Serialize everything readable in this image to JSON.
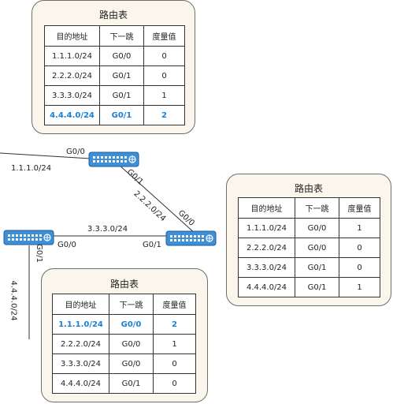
{
  "routing_tables": [
    {
      "title": "路由表",
      "headers": [
        "目的地址",
        "下一跳",
        "度量值"
      ],
      "rows": [
        {
          "dest": "1.1.1.0/24",
          "next": "G0/0",
          "metric": "0",
          "highlight": false
        },
        {
          "dest": "2.2.2.0/24",
          "next": "G0/1",
          "metric": "0",
          "highlight": false
        },
        {
          "dest": "3.3.3.0/24",
          "next": "G0/1",
          "metric": "1",
          "highlight": false
        },
        {
          "dest": "4.4.4.0/24",
          "next": "G0/1",
          "metric": "2",
          "highlight": true
        }
      ]
    },
    {
      "title": "路由表",
      "headers": [
        "目的地址",
        "下一跳",
        "度量值"
      ],
      "rows": [
        {
          "dest": "1.1.1.0/24",
          "next": "G0/0",
          "metric": "1",
          "highlight": false
        },
        {
          "dest": "2.2.2.0/24",
          "next": "G0/0",
          "metric": "0",
          "highlight": false
        },
        {
          "dest": "3.3.3.0/24",
          "next": "G0/1",
          "metric": "0",
          "highlight": false
        },
        {
          "dest": "4.4.4.0/24",
          "next": "G0/1",
          "metric": "1",
          "highlight": false
        }
      ]
    },
    {
      "title": "路由表",
      "headers": [
        "目的地址",
        "下一跳",
        "度量值"
      ],
      "rows": [
        {
          "dest": "1.1.1.0/24",
          "next": "G0/0",
          "metric": "2",
          "highlight": true
        },
        {
          "dest": "2.2.2.0/24",
          "next": "G0/0",
          "metric": "1",
          "highlight": false
        },
        {
          "dest": "3.3.3.0/24",
          "next": "G0/0",
          "metric": "0",
          "highlight": false
        },
        {
          "dest": "4.4.4.0/24",
          "next": "G0/1",
          "metric": "0",
          "highlight": false
        }
      ]
    }
  ],
  "network_labels": {
    "net1": "1.1.1.0/24",
    "net2": "2.2.2.0/24",
    "net3": "3.3.3.0/24",
    "net4": "4.4.4.0/24"
  },
  "interface_labels": {
    "r1_g00": "G0/0",
    "r1_g01": "G0/1",
    "r2_g00": "G0/0",
    "r2_g01": "G0/1",
    "r3_g00": "G0/0",
    "r3_g01": "G0/1"
  },
  "colors": {
    "highlight": "#1a7fd1",
    "router_body": "#3d8fd6",
    "panel_bg": "#fbf6ec"
  },
  "icons": [
    "router-icon"
  ]
}
